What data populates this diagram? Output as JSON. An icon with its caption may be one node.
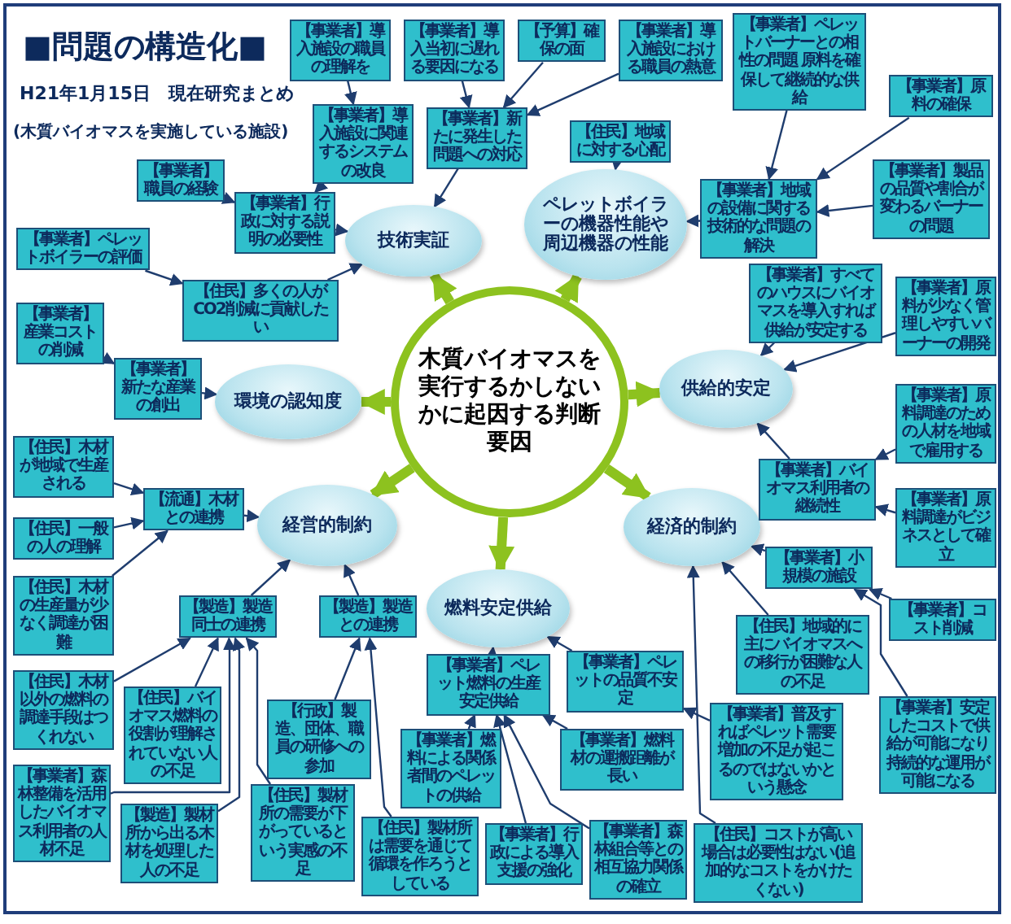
{
  "diagram": {
    "title": "■問題の構造化■",
    "labels": [
      "H21年1月15日　現在研究まとめ",
      "(木質バイオマスを実施している施設)"
    ],
    "nodes": [
      {
        "text": [
          "木質バイオマスを実行するかしないかに起因する判断要因"
        ]
      },
      {
        "text": [
          "技術実証"
        ]
      },
      {
        "text": [
          "ペレットボイラーの機器性能や周辺機器の性能"
        ]
      },
      {
        "text": [
          "供給的安定"
        ]
      },
      {
        "text": [
          "経済的制約"
        ]
      },
      {
        "text": [
          "燃料安定供給"
        ]
      },
      {
        "text": [
          "経営的制約"
        ]
      },
      {
        "text": [
          "環境の認知度"
        ]
      },
      {
        "text": [
          "【事業者】導入施設の職員の理解を"
        ]
      },
      {
        "text": [
          "【事業者】導入当初に遅れる要因になる"
        ]
      },
      {
        "text": [
          "【予算】確保の面"
        ]
      },
      {
        "text": [
          "【事業者】導入施設における職員の熱意"
        ]
      },
      {
        "text": [
          "【事業者】ペレットバーナーとの相性の問題 原料を確保して継続的な供給"
        ]
      },
      {
        "text": [
          "【事業者】原料の確保"
        ]
      },
      {
        "text": [
          "【事業者】導入施設に関連するシステムの改良"
        ]
      },
      {
        "text": [
          "【事業者】新たに発生した問題への対応"
        ]
      },
      {
        "text": [
          "【事業者】職員の経験"
        ]
      },
      {
        "text": [
          "【事業者】行政に対する説明の必要性"
        ]
      },
      {
        "text": [
          "【住民】地域に対する心配"
        ]
      },
      {
        "text": [
          "【事業者】地域の設備に関する技術的な問題の解決"
        ]
      },
      {
        "text": [
          "【事業者】製品の品質や割合が変わるバーナーの問題"
        ]
      },
      {
        "text": [
          "【事業者】ペレットボイラーの評価"
        ]
      },
      {
        "text": [
          "【住民】多くの人がCO2削減に貢献したい"
        ]
      },
      {
        "text": [
          "【事業者】すべてのハウスにバイオマスを導入すれば供給が安定する"
        ]
      },
      {
        "text": [
          "【事業者】原料が少なく管理しやすいバーナーの開発"
        ]
      },
      {
        "text": [
          "【事業者】産業コストの削減"
        ]
      },
      {
        "text": [
          "【事業者】新たな産業の創出"
        ]
      },
      {
        "text": [
          "【事業者】原料調達のための人材を地域で雇用する"
        ]
      },
      {
        "text": [
          "【事業者】バイオマス利用者の継続性"
        ]
      },
      {
        "text": [
          "【事業者】原料調達がビジネスとして確立"
        ]
      },
      {
        "text": [
          "【住民】木材が地域で生産される"
        ]
      },
      {
        "text": [
          "【流通】木材との連携"
        ]
      },
      {
        "text": [
          "【住民】一般の人の理解"
        ]
      },
      {
        "text": [
          "【住民】木材の生産量が少なく調達が困難"
        ]
      },
      {
        "text": [
          "【製造】製造同士の連携"
        ]
      },
      {
        "text": [
          "【製造】製造との連携"
        ]
      },
      {
        "text": [
          "【事業者】小規模の施設"
        ]
      },
      {
        "text": [
          "【事業者】コスト削減"
        ]
      },
      {
        "text": [
          "【住民】木材以外の燃料の調達手段はつくれない"
        ]
      },
      {
        "text": [
          "【事業者】ペレットの品質不安定"
        ]
      },
      {
        "text": [
          "【事業者】ペレット燃料の生産安定供給"
        ]
      },
      {
        "text": [
          "【住民】地域的に主にバイオマスへの移行が困難な人の不足"
        ]
      },
      {
        "text": [
          "【住民】バイオマス燃料の役割が理解されていない人の不足"
        ]
      },
      {
        "text": [
          "【行政】製造、団体、職員の研修への参加"
        ]
      },
      {
        "text": [
          "【事業者】燃料材の運搬距離が長い"
        ]
      },
      {
        "text": [
          "【事業者】普及すればペレット需要増加の不足が起こるのではないかという懸念"
        ]
      },
      {
        "text": [
          "【事業者】燃料による関係者間のペレットの供給"
        ]
      },
      {
        "text": [
          "【事業者】森林整備を活用したバイオマス利用者の人材不足"
        ]
      },
      {
        "text": [
          "【事業者】安定したコストで供給が可能になり持続的な運用が可能になる"
        ]
      },
      {
        "text": [
          "【住民】コストが高い場合は必要性はない(追加的なコストをかけたくない)"
        ]
      },
      {
        "text": [
          "【製造】製材所から出る木材を処理した人の不足"
        ]
      },
      {
        "text": [
          "【住民】製材所の需要が下がっているという実感の不足"
        ]
      },
      {
        "text": [
          "【住民】製材所は需要を通じて循環を作ろうとしている"
        ]
      },
      {
        "text": [
          "【事業者】行政による導入支援の強化"
        ]
      },
      {
        "text": [
          "【事業者】森林組合等との相互協力関係の確立"
        ]
      }
    ],
    "edges": [
      {
        "from": 0,
        "to": 1,
        "arrow": "to",
        "style": "thick",
        "color": "#8dc21f"
      },
      {
        "from": 0,
        "to": 2,
        "arrow": "to",
        "style": "thick",
        "color": "#8dc21f"
      },
      {
        "from": 0,
        "to": 3,
        "arrow": "to",
        "style": "thick",
        "color": "#8dc21f"
      },
      {
        "from": 0,
        "to": 4,
        "arrow": "to",
        "style": "thick",
        "color": "#8dc21f"
      },
      {
        "from": 0,
        "to": 5,
        "arrow": "to",
        "style": "thick",
        "color": "#8dc21f"
      },
      {
        "from": 0,
        "to": 6,
        "arrow": "to",
        "style": "thick",
        "color": "#8dc21f"
      },
      {
        "from": 0,
        "to": 7,
        "arrow": "to",
        "style": "thick",
        "color": "#8dc21f"
      },
      {
        "from": 8,
        "to": 14,
        "arrow": "to"
      },
      {
        "from": 14,
        "to": 17,
        "arrow": "to"
      },
      {
        "from": 16,
        "to": 17,
        "arrow": "to"
      },
      {
        "from": 17,
        "to": 1,
        "arrow": "to"
      },
      {
        "from": 21,
        "to": 22,
        "arrow": "to"
      },
      {
        "from": 22,
        "to": 1,
        "arrow": "to"
      },
      {
        "from": 9,
        "to": 15,
        "arrow": "to"
      },
      {
        "from": 10,
        "to": 15,
        "arrow": "to"
      },
      {
        "from": 11,
        "to": 15,
        "arrow": "to"
      },
      {
        "from": 15,
        "to": 1,
        "arrow": "to"
      },
      {
        "from": 18,
        "to": 2,
        "arrow": "to"
      },
      {
        "from": 12,
        "to": 19,
        "arrow": "to"
      },
      {
        "from": 13,
        "to": 19,
        "arrow": "to"
      },
      {
        "from": 20,
        "to": 19,
        "arrow": "to"
      },
      {
        "from": 19,
        "to": 2,
        "arrow": "to"
      },
      {
        "from": 23,
        "to": 3,
        "arrow": "to"
      },
      {
        "from": 24,
        "to": 3,
        "arrow": "to"
      },
      {
        "from": 27,
        "to": 28,
        "arrow": "to"
      },
      {
        "from": 29,
        "to": 28,
        "arrow": "to"
      },
      {
        "from": 28,
        "to": 3,
        "arrow": "to"
      },
      {
        "from": 36,
        "to": 4,
        "arrow": "to"
      },
      {
        "from": 37,
        "to": 36,
        "arrow": "to"
      },
      {
        "from": 48,
        "to": 36,
        "arrow": "to"
      },
      {
        "from": 41,
        "to": 4,
        "arrow": "to"
      },
      {
        "from": 49,
        "to": 4,
        "arrow": "to"
      },
      {
        "from": 39,
        "to": 5,
        "arrow": "to"
      },
      {
        "from": 45,
        "to": 39,
        "arrow": "to"
      },
      {
        "from": 40,
        "to": 5,
        "arrow": "to"
      },
      {
        "from": 44,
        "to": 40,
        "arrow": "to"
      },
      {
        "from": 46,
        "to": 40,
        "arrow": "to"
      },
      {
        "from": 53,
        "to": 40,
        "arrow": "to"
      },
      {
        "from": 54,
        "to": 40,
        "arrow": "to"
      },
      {
        "from": 25,
        "to": 26,
        "arrow": "to"
      },
      {
        "from": 26,
        "to": 7,
        "arrow": "to"
      },
      {
        "from": 30,
        "to": 31,
        "arrow": "to"
      },
      {
        "from": 32,
        "to": 31,
        "arrow": "to"
      },
      {
        "from": 33,
        "to": 31,
        "arrow": "to"
      },
      {
        "from": 31,
        "to": 6,
        "arrow": "to"
      },
      {
        "from": 38,
        "to": 34,
        "arrow": "to"
      },
      {
        "from": 47,
        "to": 34,
        "arrow": "to"
      },
      {
        "from": 42,
        "to": 34,
        "arrow": "to"
      },
      {
        "from": 50,
        "to": 34,
        "arrow": "to"
      },
      {
        "from": 51,
        "to": 34,
        "arrow": "to"
      },
      {
        "from": 34,
        "to": 6,
        "arrow": "to"
      },
      {
        "from": 35,
        "to": 6,
        "arrow": "to"
      },
      {
        "from": 43,
        "to": 35,
        "arrow": "to"
      },
      {
        "from": 52,
        "to": 35,
        "arrow": "to"
      }
    ]
  }
}
